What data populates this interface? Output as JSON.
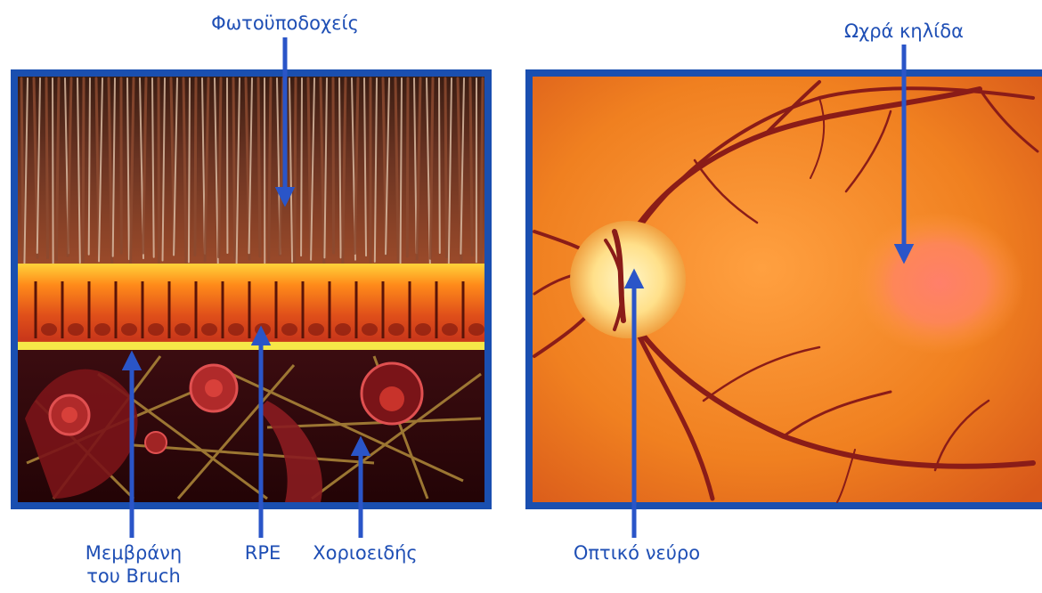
{
  "labels": {
    "photoreceptors": "Φωτοϋποδοχείς",
    "macula": "Ωχρά κηλίδα",
    "bruch_line1": "Μεμβράνη",
    "bruch_line2": "του Bruch",
    "rpe": "RPE",
    "choroid": "Χοριοειδής",
    "optic_nerve": "Οπτικό νεύρο"
  },
  "colors": {
    "frame": "#1a4fb0",
    "arrow": "#2a55c8",
    "label": "#1f4fb5"
  }
}
